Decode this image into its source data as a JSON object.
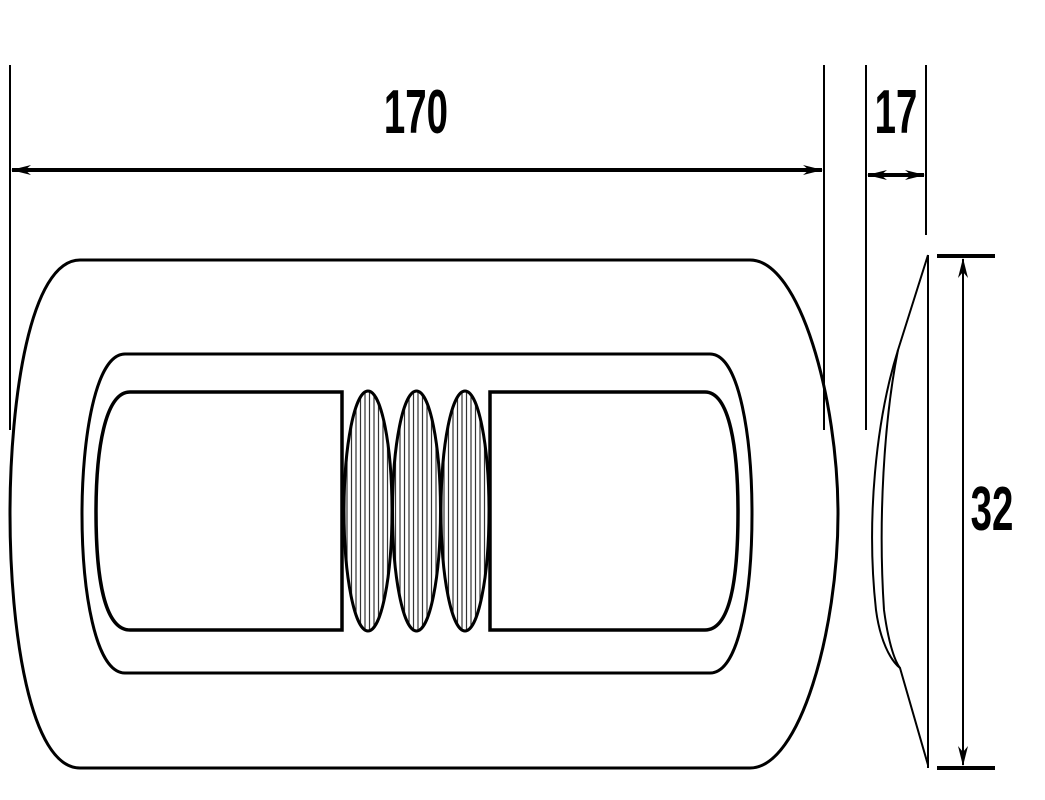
{
  "drawing": {
    "width_label": "170",
    "depth_label": "17",
    "height_label": "32",
    "line_color": "#000000",
    "background": "#ffffff",
    "lens_count": 3
  }
}
